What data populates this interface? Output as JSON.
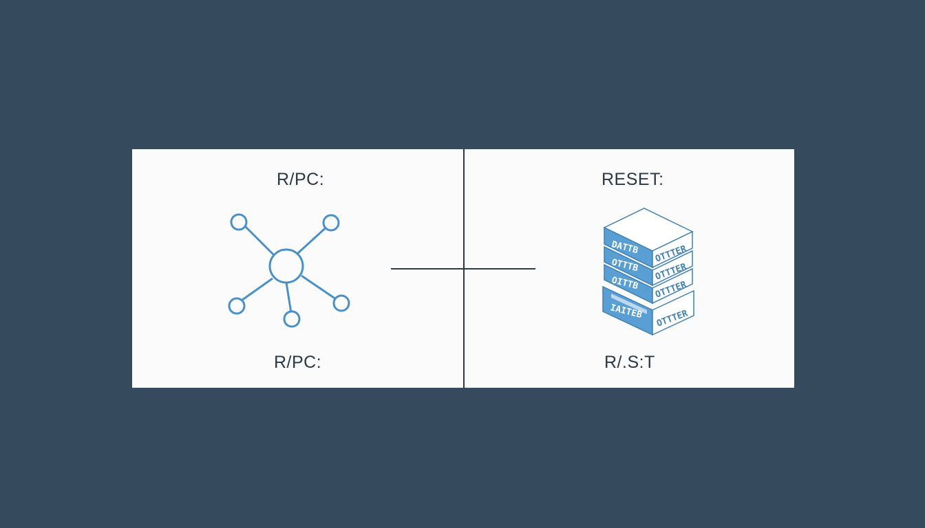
{
  "panels": {
    "left": {
      "title": "R/PC:",
      "footer": "R/PC:",
      "icon": "network-hub-icon"
    },
    "right": {
      "title": "RESET:",
      "footer": "R/.S:T",
      "icon": "server-stack-icon",
      "stack_layers": [
        {
          "front_label": "DATTB",
          "side_label": "OTTTER"
        },
        {
          "front_label": "OTTTB",
          "side_label": "OTTTER"
        },
        {
          "front_label": "OITTB",
          "side_label": "OTTTER"
        },
        {
          "front_label": "IAITEB",
          "side_label": "OTTTER"
        }
      ]
    }
  },
  "colors": {
    "background": "#364a5d",
    "card": "#fbfbfb",
    "text": "#2b3744",
    "accent_blue": "#4a90c8",
    "divider": "#2b3947"
  }
}
